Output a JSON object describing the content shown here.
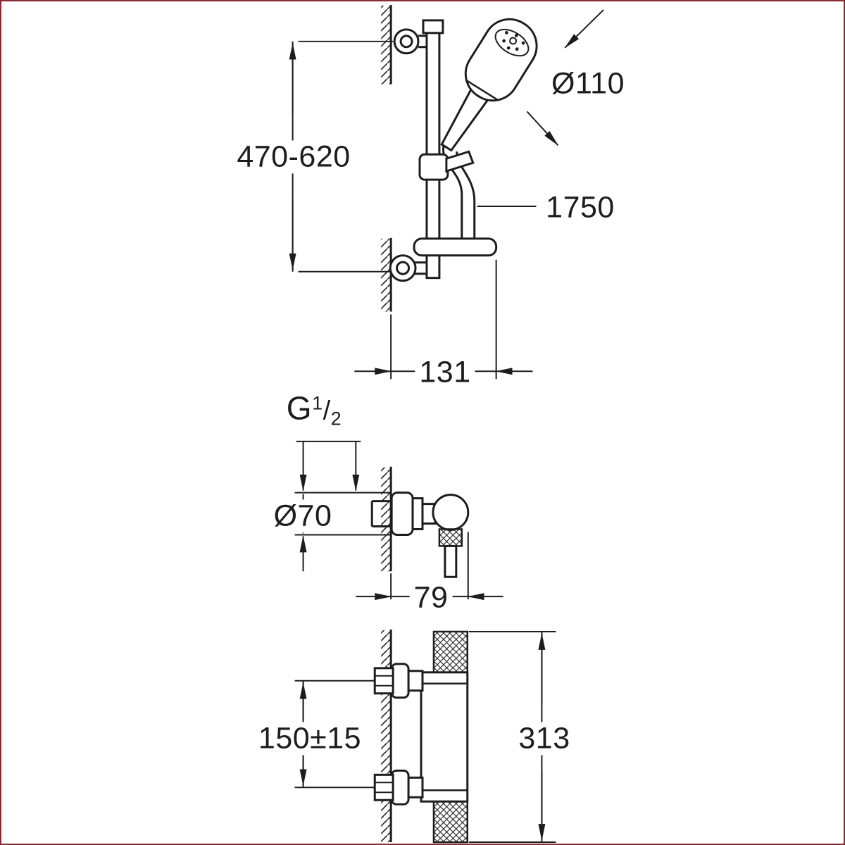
{
  "page": {
    "background": "#ffffff",
    "frame_color": "#8a2c35",
    "line_color": "#1d1d1d",
    "text_color": "#1d1d1d"
  },
  "drawing": {
    "type": "technical-dimension-drawing",
    "views": {
      "shower_rail_set": {
        "rail_height_range": "470-620",
        "handshower_diameter": "Ø110",
        "hose_length": "1750",
        "rail_wall_distance": "131"
      },
      "wall_union": {
        "thread_prefix": "G",
        "thread_numerator": "1",
        "thread_slash": "/",
        "thread_denominator": "2",
        "escutcheon_diameter": "Ø70",
        "projection": "79"
      },
      "thermostat_valve": {
        "connection_spacing": "150±15",
        "valve_height": "313"
      }
    }
  }
}
